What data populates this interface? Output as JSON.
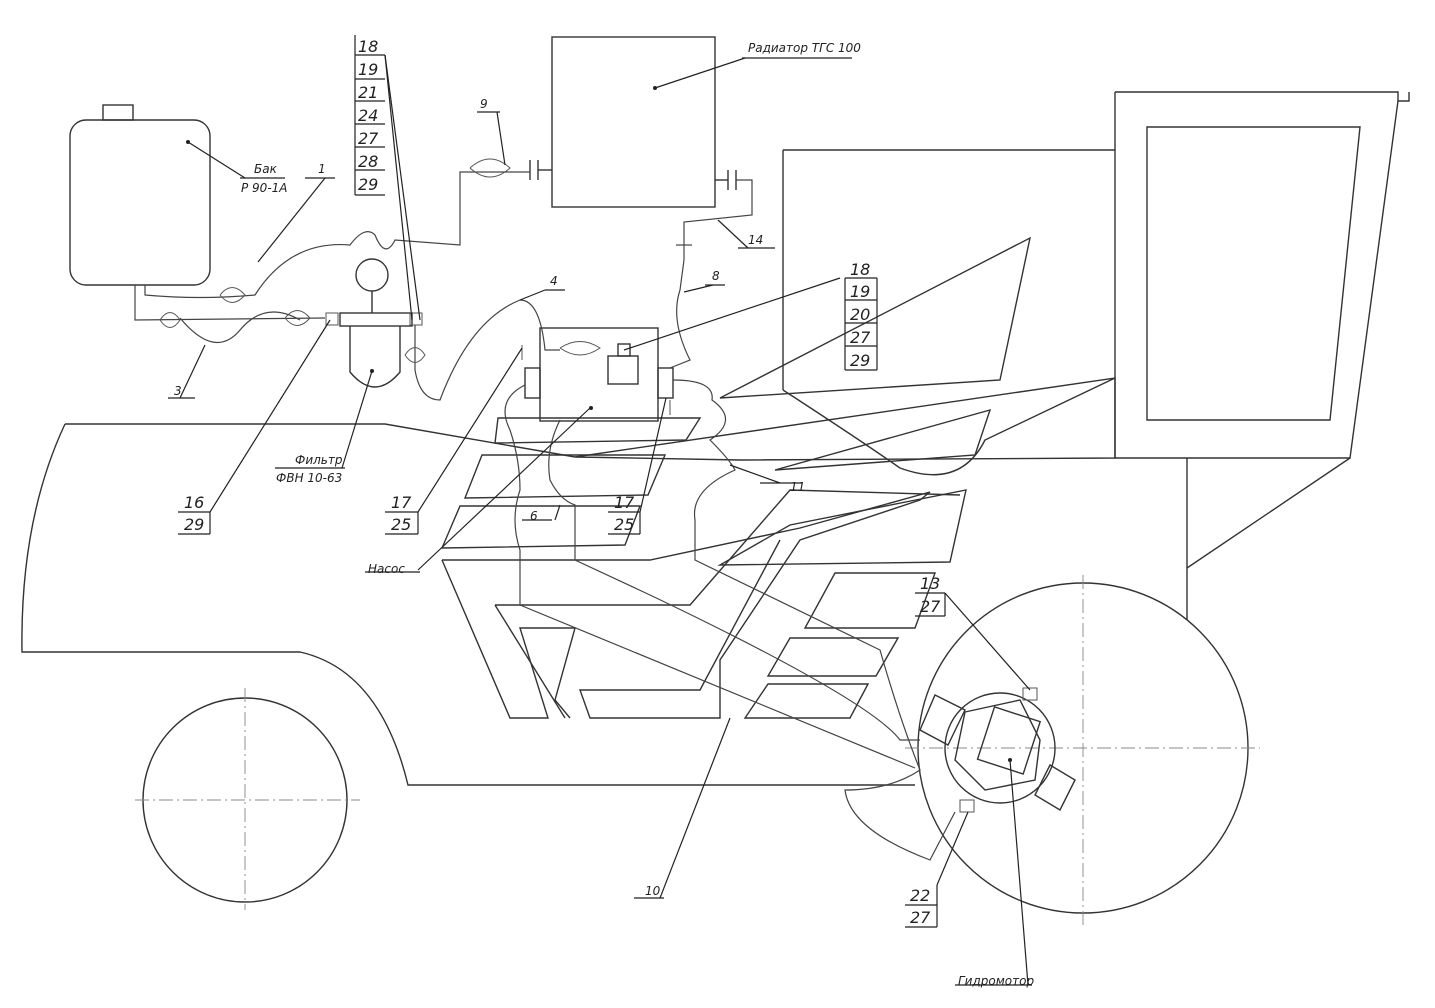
{
  "labels": {
    "tank_name": "Бак",
    "tank_model": "Р 90-1А",
    "radiator": "Радиатор ТГС 100",
    "filter_name": "Фильтр",
    "filter_model": "ФВН 10-63",
    "pump": "Насос",
    "hydromotor": "Гидромотор"
  },
  "callouts": {
    "c1": "1",
    "c3": "3",
    "c4": "4",
    "c6": "6",
    "c8": "8",
    "c9": "9",
    "c10": "10",
    "c11": "11",
    "c14": "14"
  },
  "stacks": {
    "top_left": [
      "18",
      "19",
      "21",
      "24",
      "27",
      "28",
      "29"
    ],
    "right": [
      "18",
      "19",
      "20",
      "27",
      "29"
    ],
    "filter_fit": [
      "16",
      "29"
    ],
    "pump_left": [
      "17",
      "25"
    ],
    "pump_right": [
      "17",
      "25"
    ],
    "motor_top": [
      "13",
      "27"
    ],
    "motor_bottom": [
      "22",
      "27"
    ]
  }
}
